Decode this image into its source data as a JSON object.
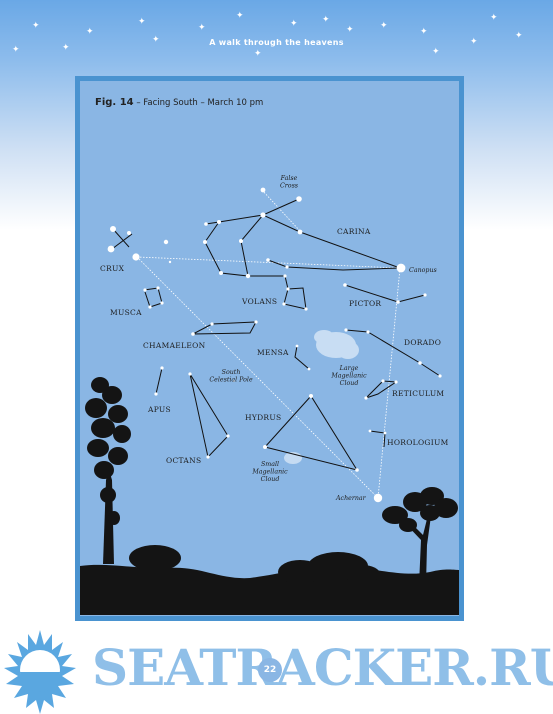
{
  "header": {
    "title": "A walk through the heavens"
  },
  "figure": {
    "number": "Fig. 14",
    "caption": " – Facing South – March 10 pm"
  },
  "labels": {
    "false_cross": "False\nCross",
    "carina": "CARINA",
    "crux": "CRUX",
    "canopus": "Canopus",
    "volans": "VOLANS",
    "pictor": "PICTOR",
    "musca": "MUSCA",
    "dorado": "DORADO",
    "chamaeleon": "CHAMAELEON",
    "mensa": "MENSA",
    "lmc": "Large\nMagellanic\nCloud",
    "south_pole": "South\nCelestial Pole",
    "reticulum": "RETICULUM",
    "apus": "APUS",
    "hydrus": "HYDRUS",
    "horologium": "HOROLOGIUM",
    "octans": "OCTANS",
    "smc": "Small\nMagellanic\nCloud",
    "achernar": "Achernar"
  },
  "footer": {
    "brand": "SEATRACKER.RU",
    "page_number": "22"
  },
  "colors": {
    "page_bg_top": "#6aa8e6",
    "panel_border": "#4a93d0",
    "panel_sky": "#8ab6e4",
    "ground": "#141414",
    "brand": "#8fbfe8"
  }
}
